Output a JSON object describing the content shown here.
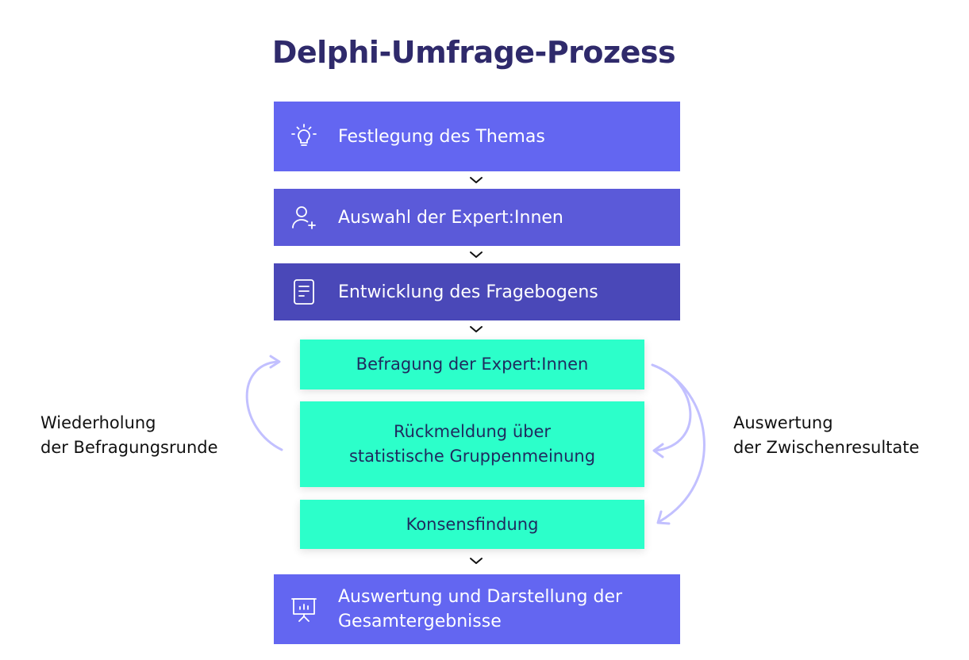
{
  "title": "Delphi-Umfrage-Prozess",
  "steps": [
    {
      "label": "Festlegung des Themas",
      "icon": "lightbulb-icon"
    },
    {
      "label": "Auswahl der Expert:Innen",
      "icon": "add-user-icon"
    },
    {
      "label": "Entwicklung des Fragebogens",
      "icon": "document-icon"
    },
    {
      "label": "Befragung der Expert:Innen"
    },
    {
      "label_line1": "Rückmeldung über",
      "label_line2": "statistische Gruppenmeinung"
    },
    {
      "label": "Konsensfindung"
    },
    {
      "label_line1": "Auswertung und Darstellung der",
      "label_line2": "Gesamtergebnisse",
      "icon": "presentation-chart-icon"
    }
  ],
  "loop_left": {
    "line1": "Wiederholung",
    "line2": "der Befragungsrunde"
  },
  "loop_right": {
    "line1": "Auswertung",
    "line2": "der Zwischenresultate"
  },
  "colors": {
    "title": "#2f2a6b",
    "step_primary": "#6366f1",
    "step_secondary": "#5b5ad9",
    "step_tertiary": "#4a48b8",
    "step_loop": "#2cffca",
    "loop_arrow": "#c2c0ff"
  }
}
